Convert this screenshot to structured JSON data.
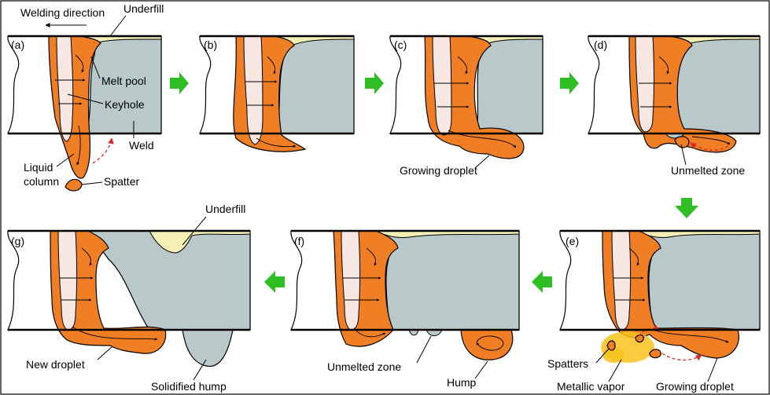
{
  "header": {
    "welding_direction": "Welding direction"
  },
  "panels": {
    "a": "(a)",
    "b": "(b)",
    "c": "(c)",
    "d": "(d)",
    "e": "(e)",
    "f": "(f)",
    "g": "(g)"
  },
  "labels": {
    "underfill_top": "Underfill",
    "melt_pool": "Melt pool",
    "keyhole": "Keyhole",
    "weld": "Weld",
    "liquid_column_1": "Liquid",
    "liquid_column_2": "column",
    "spatter": "Spatter",
    "growing_droplet_c": "Growing droplet",
    "unmelted_zone_d": "Unmelted zone",
    "underfill_g": "Underfill",
    "new_droplet": "New droplet",
    "solidified_hump": "Solidified hump",
    "unmelted_zone_f": "Unmelted zone",
    "hump": "Hump",
    "spatters": "Spatters",
    "metallic_vapor": "Metallic vapor",
    "growing_droplet_e": "Growing droplet"
  },
  "colors": {
    "weld": "#b9c9c9",
    "melt_pool": "#f07e24",
    "keyhole": "#f6e7e2",
    "underfill": "#f5eeb5",
    "transition_arrow": "#2fbf24",
    "spatter_path": "#d92b2b"
  }
}
